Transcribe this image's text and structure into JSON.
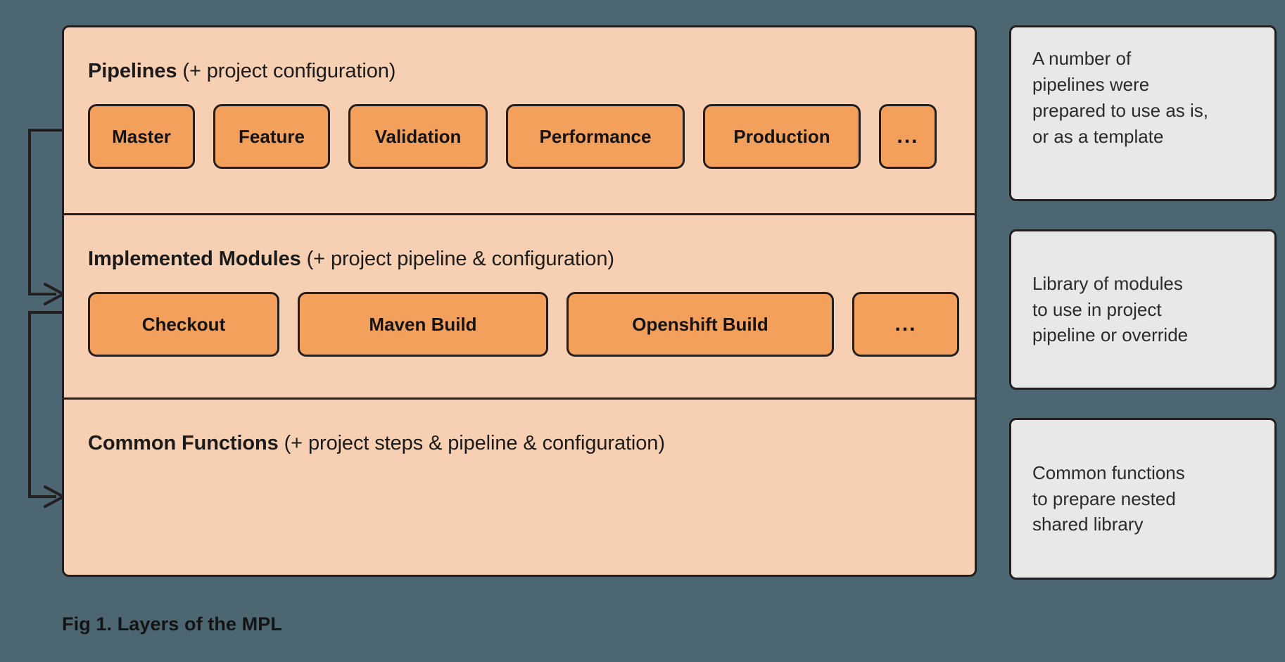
{
  "figure": {
    "caption": "Fig 1. Layers of the MPL",
    "background_color": "#4c6672",
    "panel_fill": "#f7d0b3",
    "chip_fill": "#f3a05c",
    "note_fill": "#e8e8e8",
    "stroke_color": "#231f20"
  },
  "layers": [
    {
      "id": "pipelines",
      "title_strong": "Pipelines",
      "title_light": " (+ project configuration)",
      "chips": [
        {
          "label": "Master"
        },
        {
          "label": "Feature"
        },
        {
          "label": "Validation"
        },
        {
          "label": "Performance"
        },
        {
          "label": "Production"
        },
        {
          "label": "..."
        }
      ]
    },
    {
      "id": "implemented-modules",
      "title_strong": "Implemented Modules",
      "title_light": " (+ project pipeline & configuration)",
      "chips": [
        {
          "label": "Checkout"
        },
        {
          "label": "Maven Build"
        },
        {
          "label": "Openshift Build"
        },
        {
          "label": "..."
        }
      ]
    },
    {
      "id": "common-functions",
      "title_strong": "Common Functions",
      "title_light": " (+ project steps & pipeline & configuration)",
      "chips": []
    }
  ],
  "notes": [
    {
      "id": "note-pipelines",
      "text": "A number of\npipelines were\nprepared to use as is,\nor as a template"
    },
    {
      "id": "note-modules",
      "text": "Library of modules\nto use in project\npipeline or override"
    },
    {
      "id": "note-common",
      "text": "Common functions\nto prepare nested\nshared library"
    }
  ],
  "arrows": [
    {
      "id": "arrow-to-modules",
      "from": "pipelines-layer-left",
      "to": "implemented-modules-layer"
    },
    {
      "id": "arrow-to-common",
      "from": "modules-layer-left",
      "to": "common-functions-layer"
    }
  ]
}
